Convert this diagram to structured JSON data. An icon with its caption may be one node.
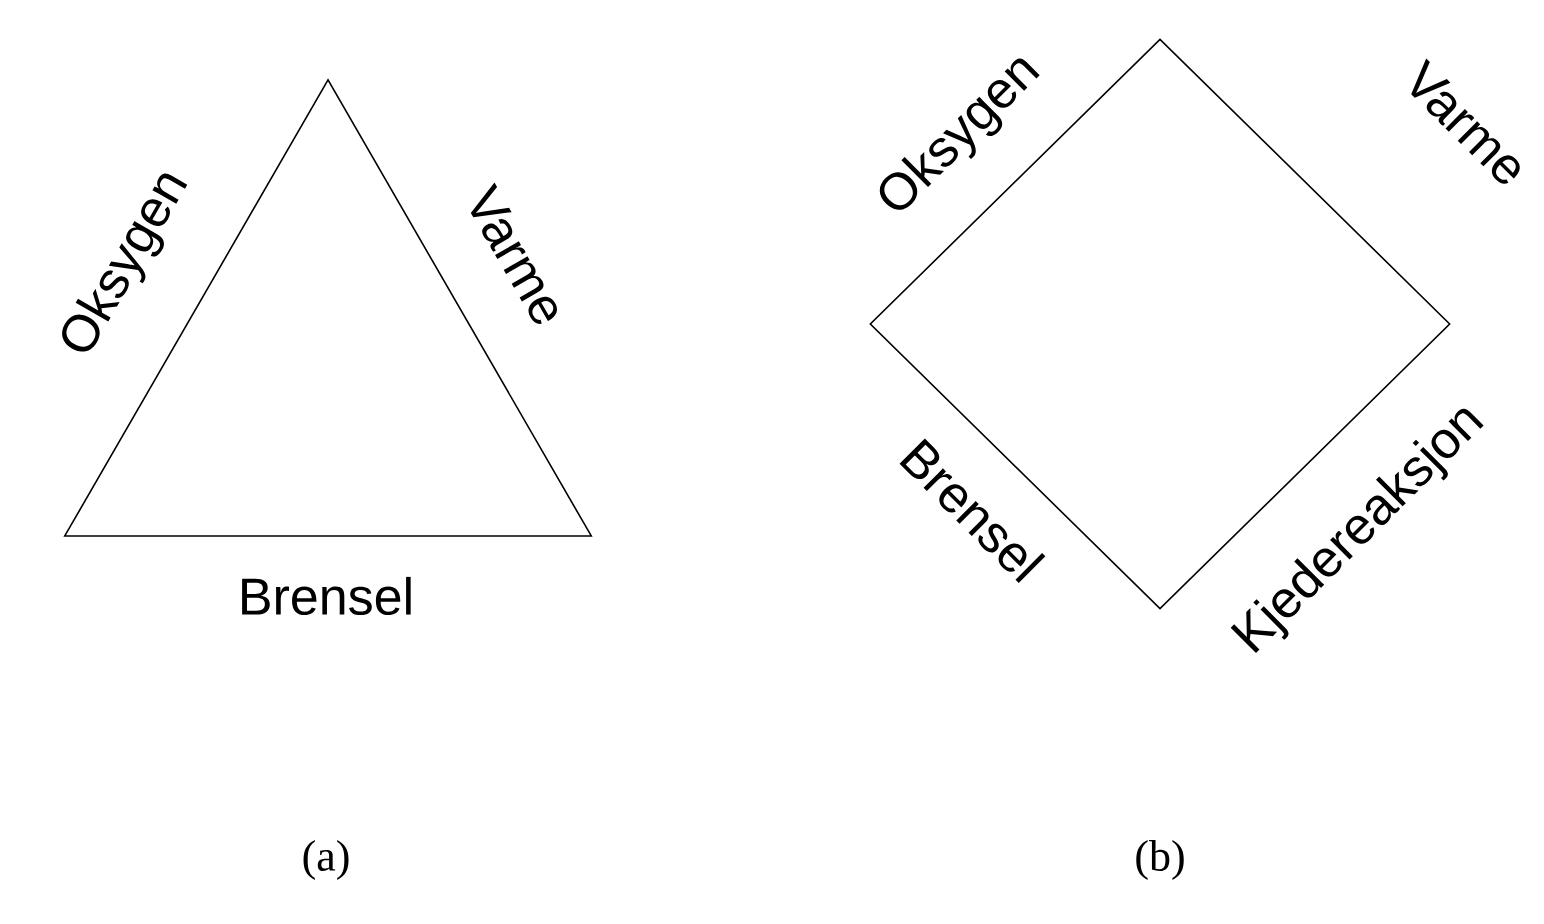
{
  "diagram": {
    "nodes": [
      {
        "text": [],
        "shape": "triangle",
        "beside": [
          "Oksygen",
          "Varme",
          "Brensel"
        ]
      },
      {
        "text": [],
        "shape": "diamond",
        "beside": [
          "Oksygen",
          "Varme",
          "Brensel",
          "Kjedereaksjon"
        ]
      }
    ],
    "labels": [
      "(a)",
      "(b)"
    ]
  }
}
